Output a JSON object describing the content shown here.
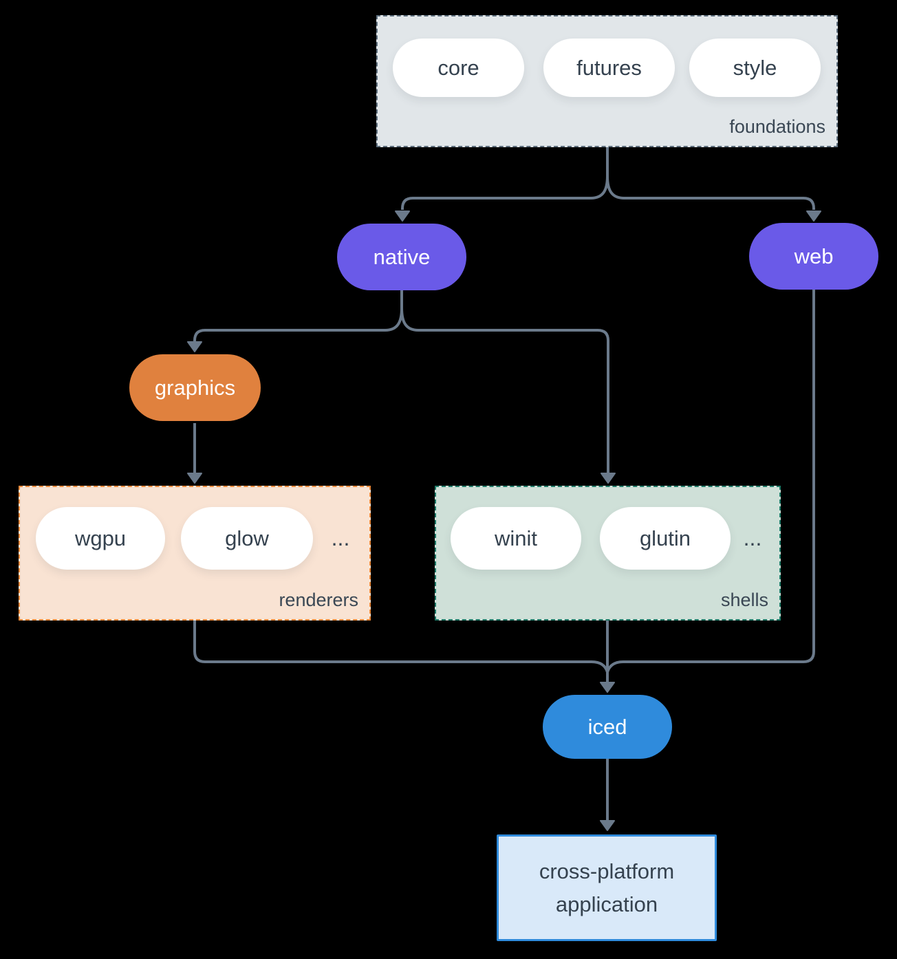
{
  "colors": {
    "background": "#000000",
    "connector": "#6B7A8B",
    "purple_node": "#6A5AE8",
    "orange_node": "#E0813E",
    "blue_node": "#2F8BDC",
    "foundations_fill": "#E1E6E9",
    "foundations_border": "#5D6E7D",
    "renderers_fill": "#F9E3D3",
    "renderers_border": "#E8883A",
    "shells_fill": "#CFE0D8",
    "shells_border": "#1F7A68",
    "application_fill": "#D9E9F9",
    "application_border": "#2F8BDC",
    "pill_fill": "#FFFFFF",
    "pill_text": "#35424F",
    "group_label_text": "#3A4754"
  },
  "foundations": {
    "label": "foundations",
    "pills": [
      "core",
      "futures",
      "style"
    ]
  },
  "native": {
    "label": "native"
  },
  "web": {
    "label": "web"
  },
  "graphics": {
    "label": "graphics"
  },
  "renderers": {
    "label": "renderers",
    "pills": [
      "wgpu",
      "glow"
    ],
    "ellipsis": "..."
  },
  "shells": {
    "label": "shells",
    "pills": [
      "winit",
      "glutin"
    ],
    "ellipsis": "..."
  },
  "iced": {
    "label": "iced"
  },
  "application": {
    "lines": [
      "cross-platform",
      "application"
    ]
  }
}
